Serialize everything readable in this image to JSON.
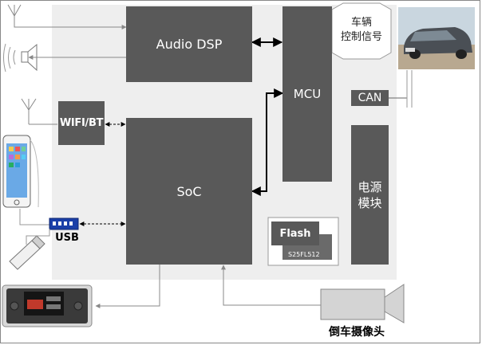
{
  "blocks": {
    "audio_dsp": "Audio DSP",
    "mcu": "MCU",
    "can": "CAN",
    "soc": "SoC",
    "wifi_bt": "WIFI/BT",
    "power_module_line1": "电源",
    "power_module_line2": "模块",
    "flash_label": "Flash",
    "flash_part": "S25FL512"
  },
  "labels": {
    "vehicle_signal_line1": "车辆",
    "vehicle_signal_line2": "控制信号",
    "usb": "USB",
    "reverse_camera": "倒车摄像头"
  },
  "colors": {
    "block": "#595959",
    "panel": "#eeeeee",
    "line": "#999999"
  },
  "icons": [
    "antenna-icon",
    "speaker-icon",
    "smartphone-icon",
    "usb-port-icon",
    "usb-drive-icon",
    "car-photo-icon",
    "camera-icon",
    "head-unit-icon"
  ]
}
